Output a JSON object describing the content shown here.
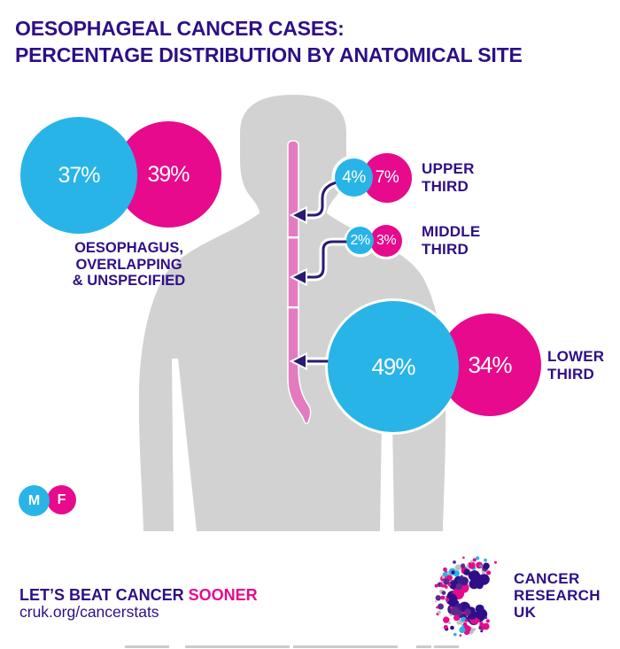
{
  "title": {
    "line1": "OESOPHAGEAL CANCER CASES:",
    "line2": "PERCENTAGE DISTRIBUTION BY ANATOMICAL SITE"
  },
  "colors": {
    "male_blue": "#29B4E8",
    "female_pink": "#E70A8C",
    "brand_purple": "#2E0F87",
    "arrow_indigo": "#2A1B6F",
    "body_gray": "#D2D2D2",
    "oesophagus_pink": "#E47BC0"
  },
  "groups": {
    "overlapping": {
      "male": "37%",
      "female": "39%",
      "label_lines": [
        "OESOPHAGUS,",
        "OVERLAPPING",
        "& UNSPECIFIED"
      ]
    },
    "upper": {
      "male": "4%",
      "female": "7%",
      "label_line1": "UPPER",
      "label_line2": "THIRD"
    },
    "middle": {
      "male": "2%",
      "female": "3%",
      "label_line1": "MIDDLE",
      "label_line2": "THIRD"
    },
    "lower": {
      "male": "49%",
      "female": "34%",
      "label_line1": "LOWER",
      "label_line2": "THIRD"
    }
  },
  "legend": {
    "male": "M",
    "female": "F"
  },
  "footer": {
    "tagline_main": "LET’S BEAT CANCER ",
    "tagline_accent": "SOONER",
    "url": "cruk.org/cancerstats"
  },
  "logo": {
    "line1": "CANCER",
    "line2": "RESEARCH",
    "line3": "UK"
  },
  "chart_data": {
    "type": "scatter",
    "variant": "proportional-area-bubbles-on-anatomy",
    "title": "Oesophageal cancer cases: percentage distribution by anatomical site",
    "categories": [
      "Upper third",
      "Middle third",
      "Lower third",
      "Oesophagus, overlapping & unspecified"
    ],
    "series": [
      {
        "name": "Male (M)",
        "color": "#29B4E8",
        "values": [
          4,
          2,
          49,
          37
        ]
      },
      {
        "name": "Female (F)",
        "color": "#E70A8C",
        "values": [
          7,
          3,
          34,
          39
        ]
      }
    ],
    "unit": "%",
    "legend_position": "bottom-left",
    "annotations": [
      "Arrows point from each bubble pair to the upper, middle and lower thirds of the oesophagus drawn on a grey body silhouette"
    ]
  }
}
